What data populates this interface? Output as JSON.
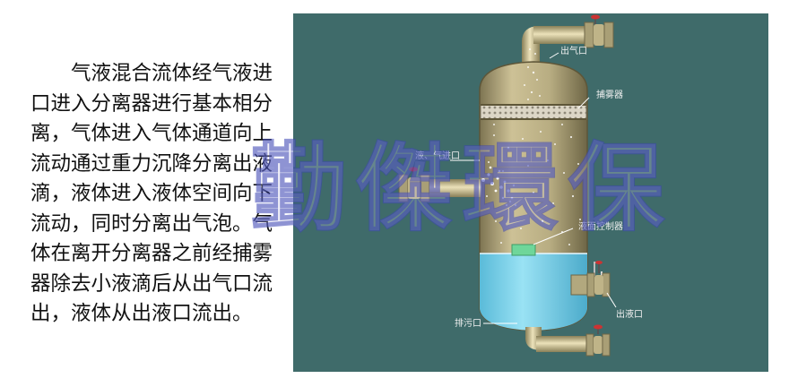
{
  "description": "气液混合流体经气液进口进入分离器进行基本相分离，气体进入气体通道向上流动通过重力沉降分离出液滴，液体进入液体空间向下流动，同时分离出气泡。气体在离开分离器之前经捕雾器除去小液滴后从出气口流出，液体从出液口流出。",
  "labels": {
    "gas_outlet": "出气口",
    "demister": "捕雾器",
    "inlet": "液、气进口",
    "level_controller": "液面控制器",
    "drain": "排污口",
    "liquid_outlet": "出液口"
  },
  "watermark": [
    "勤",
    "傑",
    "環",
    "保"
  ],
  "colors": {
    "background": "#3f6b6a",
    "vessel": "#c7bb8e",
    "liquid": "#86d6ec",
    "pipe": "#d6cba2",
    "valve": "#cc3333"
  }
}
